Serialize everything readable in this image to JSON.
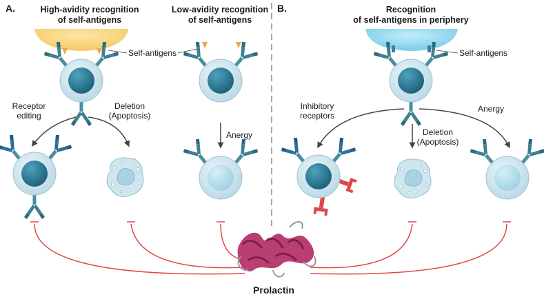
{
  "panels": {
    "a": {
      "letter": "A.",
      "title_high": [
        "High-avidity recognition",
        "of self-antigens"
      ],
      "title_low": [
        "Low-avidity recognition",
        "of self-antigens"
      ],
      "self_antigens_label": "Self-antigens",
      "receptor_editing": [
        "Receptor",
        "editing"
      ],
      "deletion": [
        "Deletion",
        "(Apoptosis)"
      ],
      "anergy": "Anergy"
    },
    "b": {
      "letter": "B.",
      "title": [
        "Recognition",
        "of self-antigens in periphery"
      ],
      "self_antigens_label": "Self-antigens",
      "inhibitory_receptors": [
        "Inhibitory",
        "receptors"
      ],
      "deletion": [
        "Deletion",
        "(Apoptosis)"
      ],
      "anergy": "Anergy"
    }
  },
  "prolactin_label": "Prolactin",
  "colors": {
    "apc_yellow": "#f8d37a",
    "apc_blue": "#8fd3ee",
    "cell_body": "#c8e3ee",
    "nucleus": "#2d7a96",
    "anergic_nucleus": "#a8d8e8",
    "receptor": "#4a8ea0",
    "inhibition_red": "#e0474a",
    "protein": "#b5356a"
  }
}
